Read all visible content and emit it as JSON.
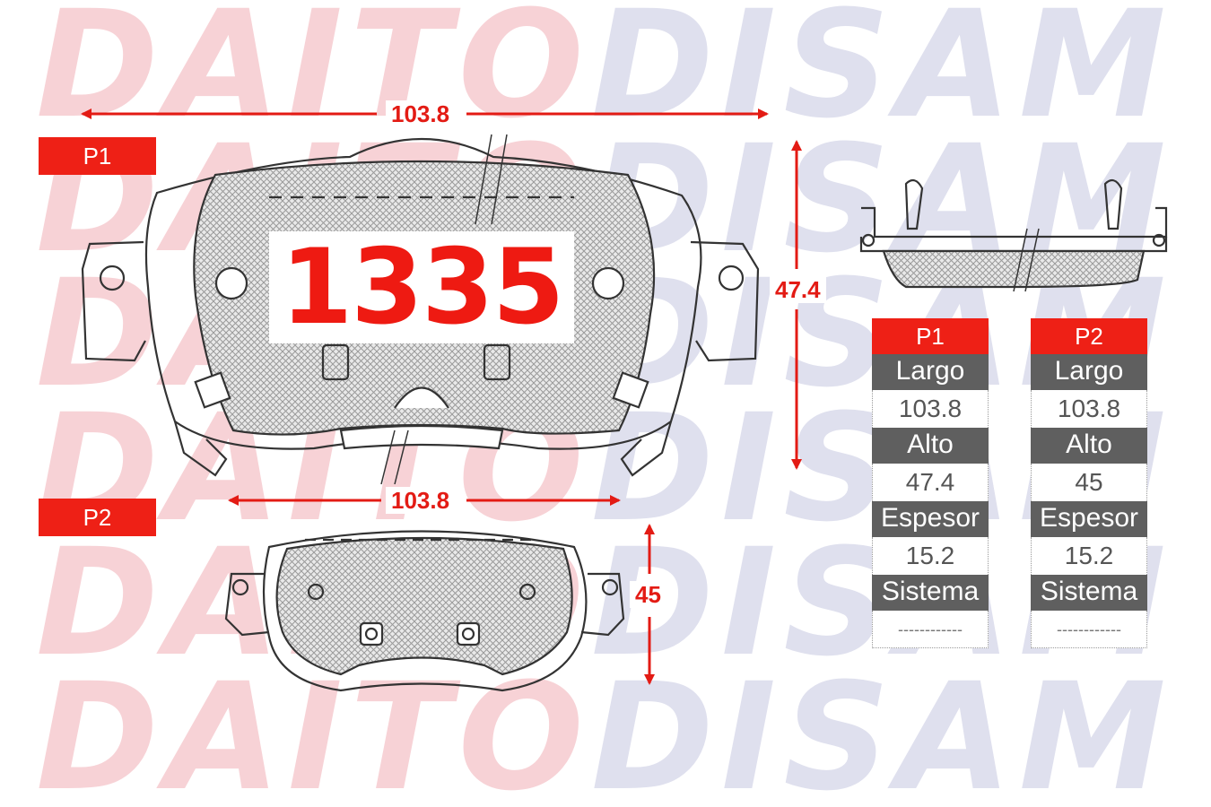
{
  "watermark": {
    "rows": [
      {
        "left": "DAITO",
        "right": "DISAM"
      },
      {
        "left": "DAITO",
        "right": "DISAM"
      },
      {
        "left": "DAITO",
        "right": "DISAM"
      },
      {
        "left": "DAITO",
        "right": "DISAM"
      },
      {
        "left": "DAITO",
        "right": "DISAM"
      },
      {
        "left": "DAITO",
        "right": "DISAM"
      }
    ]
  },
  "model_number": "1335",
  "pads": {
    "p1": {
      "label": "P1",
      "width_label": "103.8",
      "height_label": "47.4"
    },
    "p2": {
      "label": "P2",
      "width_label": "103.8",
      "height_label": "45"
    }
  },
  "spec_tables": [
    {
      "header": "P1",
      "rows": [
        {
          "label": "Largo",
          "value": "103.8"
        },
        {
          "label": "Alto",
          "value": "47.4"
        },
        {
          "label": "Espesor",
          "value": "15.2"
        },
        {
          "label": "Sistema",
          "value": "------------"
        }
      ]
    },
    {
      "header": "P2",
      "rows": [
        {
          "label": "Largo",
          "value": "103.8"
        },
        {
          "label": "Alto",
          "value": "45"
        },
        {
          "label": "Espesor",
          "value": "15.2"
        },
        {
          "label": "Sistema",
          "value": "------------"
        }
      ]
    }
  ],
  "colors": {
    "accent_red": "#ee2016",
    "dimension_red": "#e31b14",
    "label_gray": "#5f5f5f"
  }
}
